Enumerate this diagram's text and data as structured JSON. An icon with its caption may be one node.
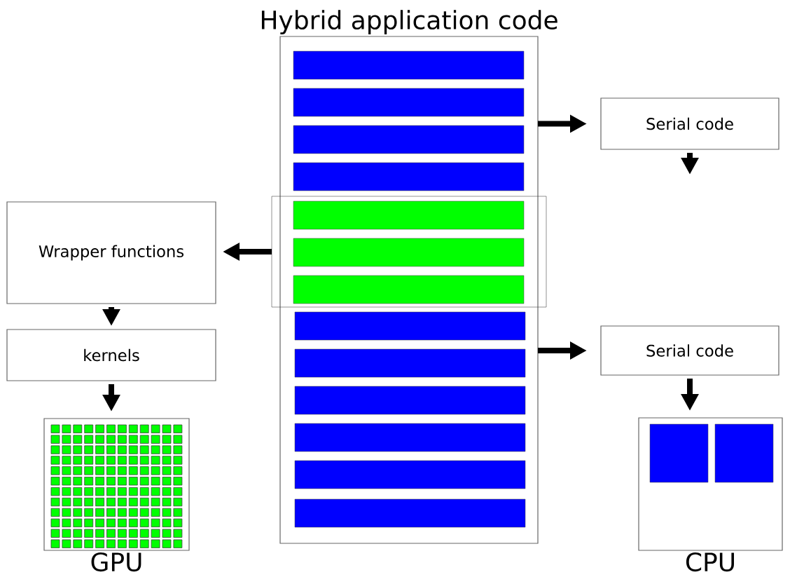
{
  "diagram": {
    "nodes": [
      {
        "text": [
          "Hybrid application code"
        ]
      },
      {
        "text": [],
        "shape": "bar",
        "in": 0
      },
      {
        "text": [],
        "shape": "bar",
        "in": 0
      },
      {
        "text": [],
        "shape": "bar",
        "in": 0
      },
      {
        "text": [],
        "shape": "bar",
        "in": 0
      },
      {
        "text": [],
        "shape": "box"
      },
      {
        "text": [],
        "shape": "bar",
        "in": 5
      },
      {
        "text": [],
        "shape": "bar",
        "in": 5
      },
      {
        "text": [],
        "shape": "bar",
        "in": 5
      },
      {
        "text": [],
        "shape": "bar",
        "in": 0
      },
      {
        "text": [],
        "shape": "bar",
        "in": 0
      },
      {
        "text": [],
        "shape": "bar",
        "in": 0
      },
      {
        "text": [],
        "shape": "bar",
        "in": 0
      },
      {
        "text": [],
        "shape": "bar",
        "in": 0
      },
      {
        "text": [],
        "shape": "bar",
        "in": 0
      },
      {
        "text": [
          "Serial code"
        ]
      },
      {
        "text": [
          "Serial code"
        ]
      },
      {
        "text": [
          "Wrapper functions"
        ]
      },
      {
        "text": [
          "kernels"
        ]
      },
      {
        "text": [
          "GPU"
        ]
      },
      {
        "text": [
          "CPU"
        ]
      }
    ],
    "edges": [
      {
        "from": 0,
        "to": 15,
        "arrow": "to"
      },
      {
        "from": 15,
        "to": null,
        "arrow": "to"
      },
      {
        "from": 5,
        "to": 17,
        "arrow": "to"
      },
      {
        "from": 17,
        "to": 18,
        "arrow": "to"
      },
      {
        "from": 18,
        "to": 19,
        "arrow": "to"
      },
      {
        "from": 0,
        "to": 16,
        "arrow": "to"
      },
      {
        "from": 16,
        "to": 20,
        "arrow": "to"
      }
    ]
  }
}
